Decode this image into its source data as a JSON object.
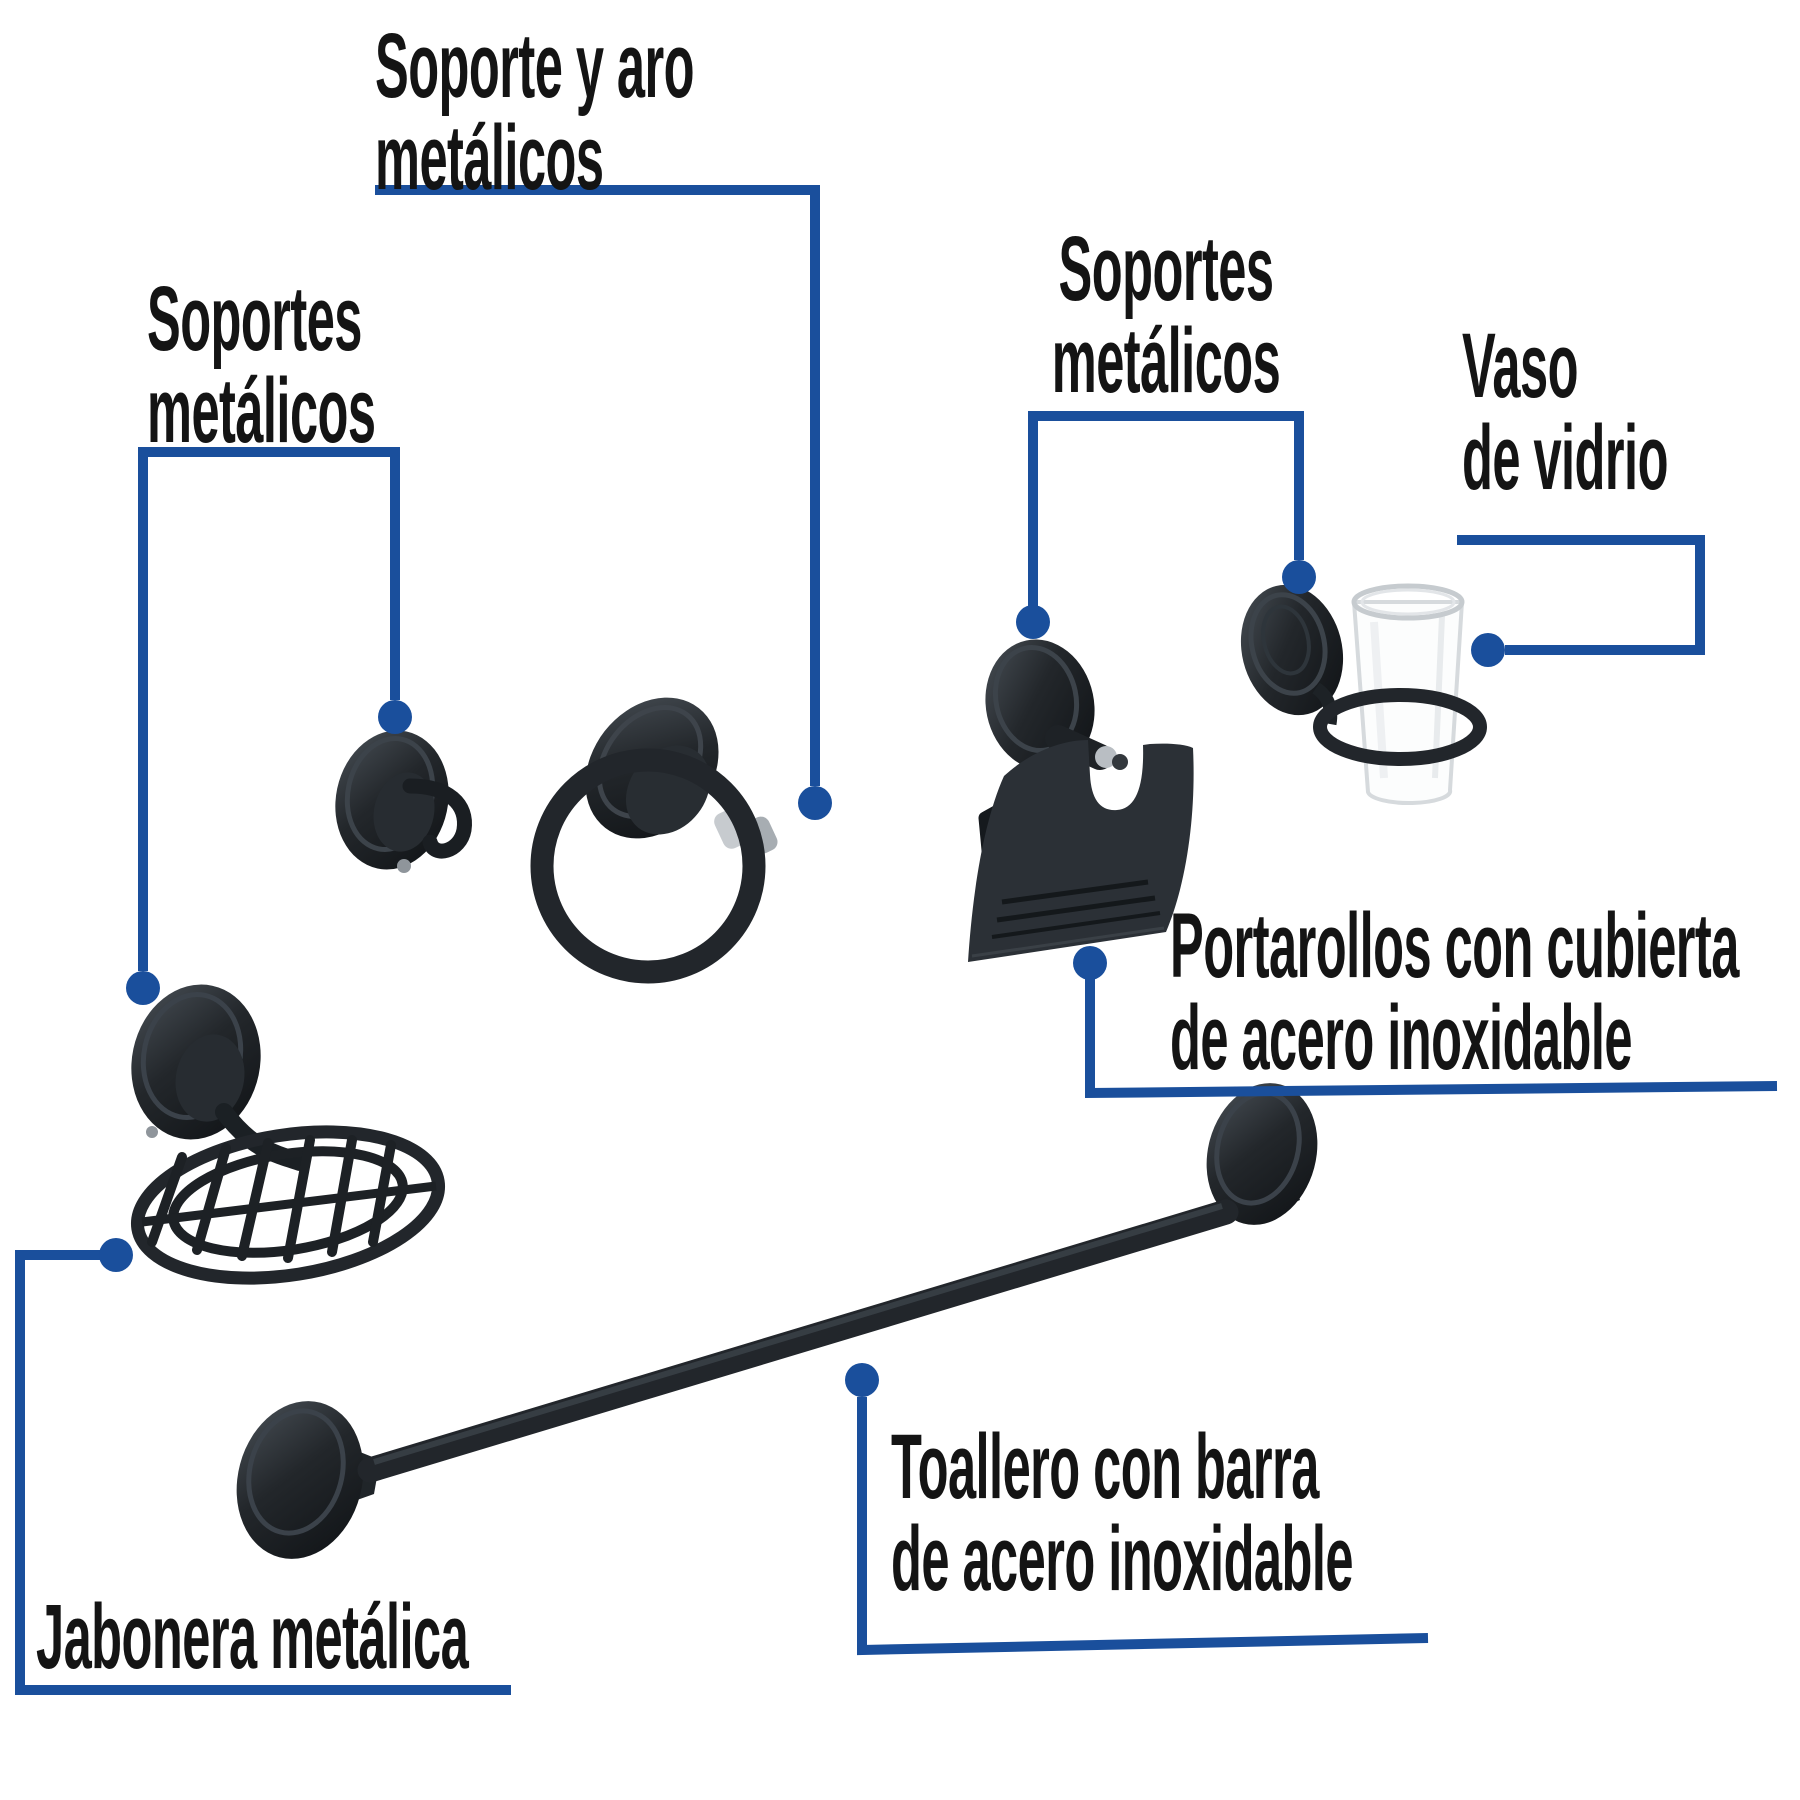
{
  "figure": {
    "background": "#ffffff",
    "callout_color": "#1a4f9c",
    "text_color": "#141414",
    "hardware_color": "#22262b",
    "labels": {
      "soporte_aro": {
        "line1": "Soporte y aro",
        "line2": "metálicos"
      },
      "soportes_left": {
        "line1": "Soportes",
        "line2": "metálicos"
      },
      "soportes_right": {
        "line1": "Soportes",
        "line2": "metálicos"
      },
      "vaso": {
        "line1": "Vaso",
        "line2": "de vidrio"
      },
      "portarollos": {
        "line1": "Portarollos con cubierta",
        "line2": "de acero inoxidable"
      },
      "toallero": {
        "line1": "Toallero con barra",
        "line2": "de acero inoxidable"
      },
      "jabonera": {
        "line1": "Jabonera metálica"
      }
    }
  }
}
